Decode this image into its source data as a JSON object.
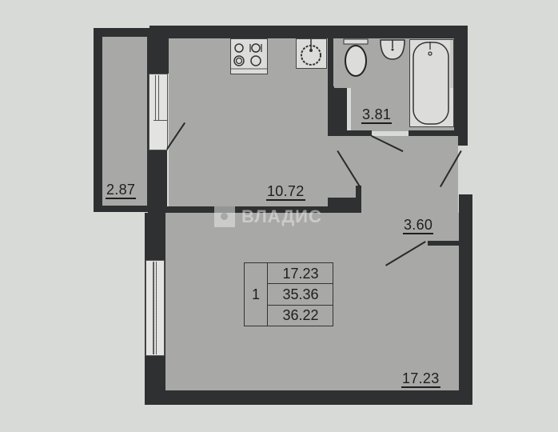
{
  "plan": {
    "type": "apartment-floor-plan",
    "rooms": [
      {
        "id": "balcony",
        "label": "2.87"
      },
      {
        "id": "kitchen",
        "label": "10.72"
      },
      {
        "id": "bathroom",
        "label": "3.81"
      },
      {
        "id": "hallway",
        "label": "3.60"
      },
      {
        "id": "living-room",
        "label": "17.23"
      }
    ],
    "summary": {
      "rooms_count": "1",
      "living_area": "17.23",
      "total_area": "35.36",
      "total_area_with_balcony": "36.22"
    },
    "watermark": "ВЛАДИС"
  },
  "colors": {
    "background": "#d8dad7",
    "wall": "#2f3031",
    "floor": "#a8a9a7",
    "fixture": "#dcdddb"
  }
}
